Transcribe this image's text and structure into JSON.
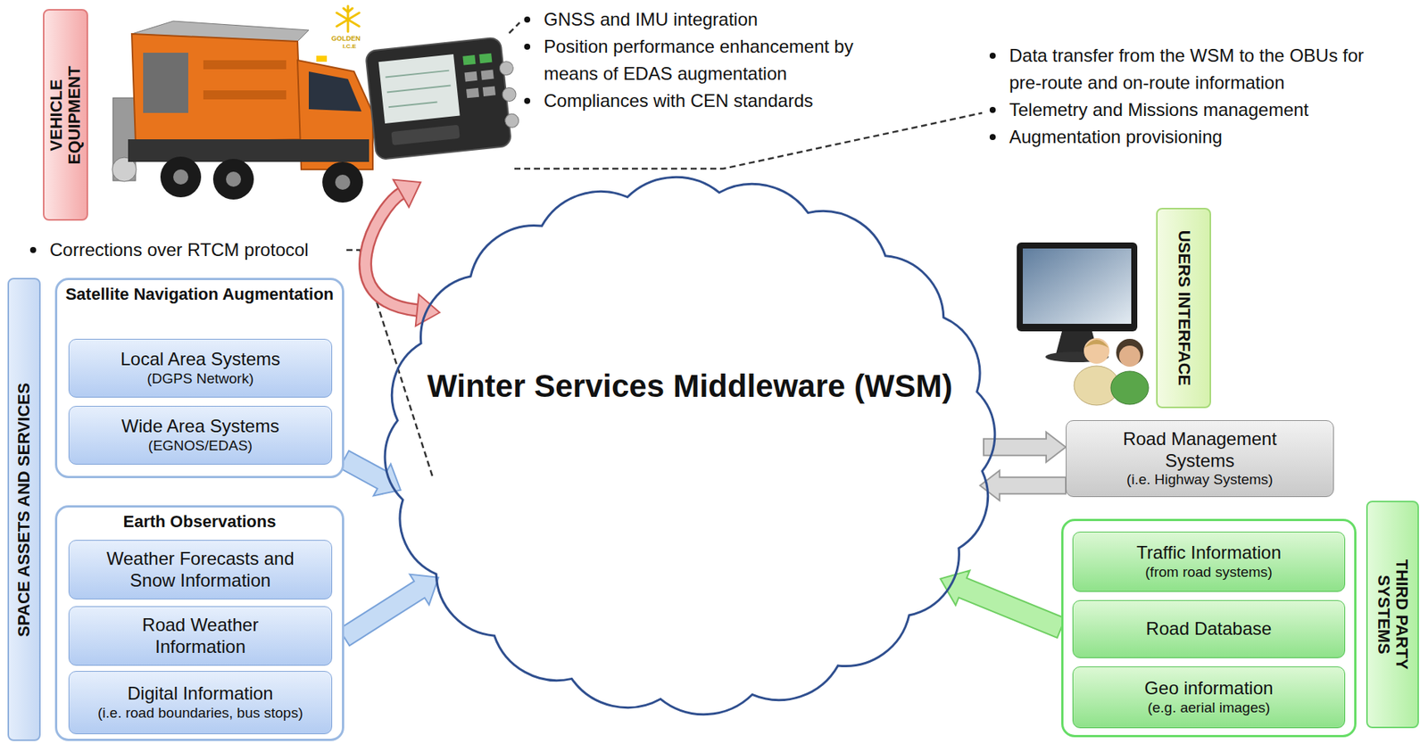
{
  "diagram": {
    "nodes": [
      {
        "text": [
          "VEHICLE EQUIPMENT"
        ]
      },
      {
        "text": [
          "SPACE ASSETS AND SERVICES"
        ]
      },
      {
        "text": [
          "Satellite Navigation Augmentation"
        ],
        "in": 1
      },
      {
        "text": [
          "Local Area Systems",
          "(DGPS Network)"
        ],
        "in": 2
      },
      {
        "text": [
          "Wide Area Systems",
          "(EGNOS/EDAS)"
        ],
        "in": 2
      },
      {
        "text": [
          "Earth Observations"
        ],
        "in": 1
      },
      {
        "text": [
          "Weather Forecasts and Snow Information"
        ],
        "in": 5
      },
      {
        "text": [
          "Road Weather Information"
        ],
        "in": 5
      },
      {
        "text": [
          "Digital Information",
          "(i.e. road boundaries, bus stops)"
        ],
        "in": 5
      },
      {
        "text": [
          "Winter Services Middleware (WSM)"
        ]
      },
      {
        "text": [
          "USERS INTERFACE"
        ]
      },
      {
        "text": [
          "Road Management Systems",
          "(i.e. Highway Systems)"
        ]
      },
      {
        "text": [
          "THIRD PARTY SYSTEMS"
        ]
      },
      {
        "text": [
          "Traffic Information",
          "(from road systems)"
        ],
        "in": 12
      },
      {
        "text": [
          "Road Database"
        ],
        "in": 12
      },
      {
        "text": [
          "Geo information",
          "(e.g. aerial images)"
        ],
        "in": 12
      }
    ],
    "edges": [
      {
        "from": 0,
        "to": 9,
        "arrow": "both"
      },
      {
        "from": 2,
        "to": 9,
        "arrow": "to"
      },
      {
        "from": 5,
        "to": 9,
        "arrow": "to"
      },
      {
        "from": 9,
        "to": 11,
        "arrow": "to"
      },
      {
        "from": 11,
        "to": 9,
        "arrow": "to"
      },
      {
        "from": 12,
        "to": 9,
        "arrow": "to"
      }
    ],
    "labels": [
      "GNSS and IMU integration",
      "Position performance enhancement by means of EDAS augmentation",
      "Compliances with CEN standards",
      "Data transfer from the WSM to the OBUs for pre-route and on-route information",
      "Telemetry and Missions management",
      "Augmentation provisioning",
      "Corrections over RTCM protocol",
      "GOLDEN",
      "I.C.E"
    ]
  }
}
